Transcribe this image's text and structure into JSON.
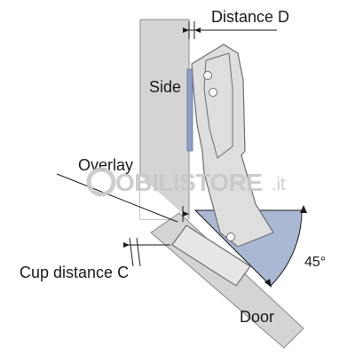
{
  "labels": {
    "distance_d": "Distance D",
    "side": "Side",
    "overlay": "Overlay",
    "cup_distance_c": "Cup distance C",
    "angle": "45°",
    "door": "Door"
  },
  "watermark": {
    "text": "OBILISTORE",
    "tld": ".it"
  },
  "colors": {
    "panel_gray": "#d4d4d4",
    "panel_edge": "#8a8a8a",
    "hinge_gray": "#dedede",
    "sector_blue": "#a9b8d3",
    "mount_blue": "#8e9fc6",
    "line": "#1a1a1a"
  }
}
